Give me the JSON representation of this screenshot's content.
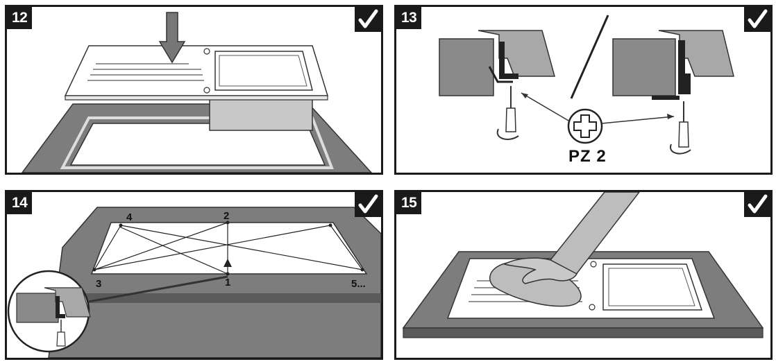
{
  "steps": [
    {
      "number": "12",
      "check": "check-icon"
    },
    {
      "number": "13",
      "check": "check-icon",
      "tool_label": "PZ 2"
    },
    {
      "number": "14",
      "check": "check-icon",
      "sequence": [
        "1",
        "2",
        "3",
        "4",
        "5..."
      ]
    },
    {
      "number": "15",
      "check": "check-icon"
    }
  ],
  "colors": {
    "frame": "#1a1a1a",
    "countertop": "#7d7d7d",
    "countertop_edge": "#5a5a5a",
    "sink": "#ffffff",
    "bowl": "#c8c8c8"
  }
}
